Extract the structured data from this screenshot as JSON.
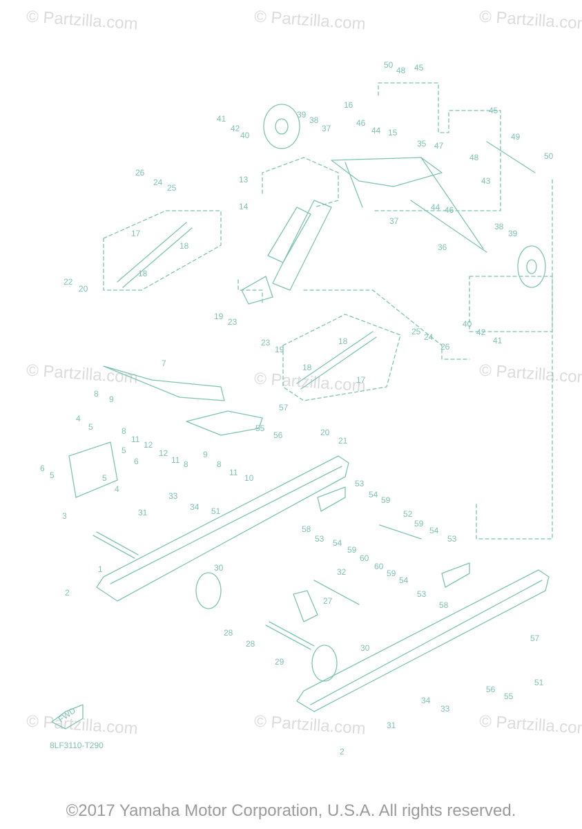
{
  "watermark_text": "© Partzilla.com",
  "copyright": "©2017 Yamaha Motor Corporation, U.S.A. All rights reserved.",
  "diagram_code": "8LF3110-T290",
  "fwd_label": "FWD",
  "colors": {
    "line": "#7cc4b0",
    "watermark": "#dcdcdc",
    "copyright": "#9a9a9a"
  },
  "callouts": [
    "50",
    "48",
    "45",
    "41",
    "42",
    "40",
    "39",
    "38",
    "37",
    "16",
    "46",
    "44",
    "15",
    "35",
    "47",
    "45",
    "48",
    "49",
    "50",
    "26",
    "24",
    "25",
    "13",
    "14",
    "44",
    "46",
    "43",
    "17",
    "18",
    "37",
    "36",
    "38",
    "39",
    "22",
    "20",
    "18",
    "19",
    "23",
    "25",
    "24",
    "26",
    "18",
    "40",
    "42",
    "41",
    "23",
    "19",
    "18",
    "17",
    "7",
    "8",
    "9",
    "4",
    "5",
    "5",
    "6",
    "6",
    "5",
    "5",
    "4",
    "3",
    "8",
    "11",
    "12",
    "12",
    "11",
    "8",
    "9",
    "8",
    "11",
    "10",
    "57",
    "56",
    "55",
    "20",
    "21",
    "53",
    "54",
    "59",
    "58",
    "53",
    "52",
    "59",
    "54",
    "53",
    "54",
    "59",
    "60",
    "60",
    "59",
    "54",
    "53",
    "58",
    "31",
    "33",
    "34",
    "51",
    "1",
    "2",
    "30",
    "32",
    "27",
    "28",
    "28",
    "29",
    "30",
    "57",
    "51",
    "56",
    "55",
    "34",
    "33",
    "31",
    "2"
  ]
}
